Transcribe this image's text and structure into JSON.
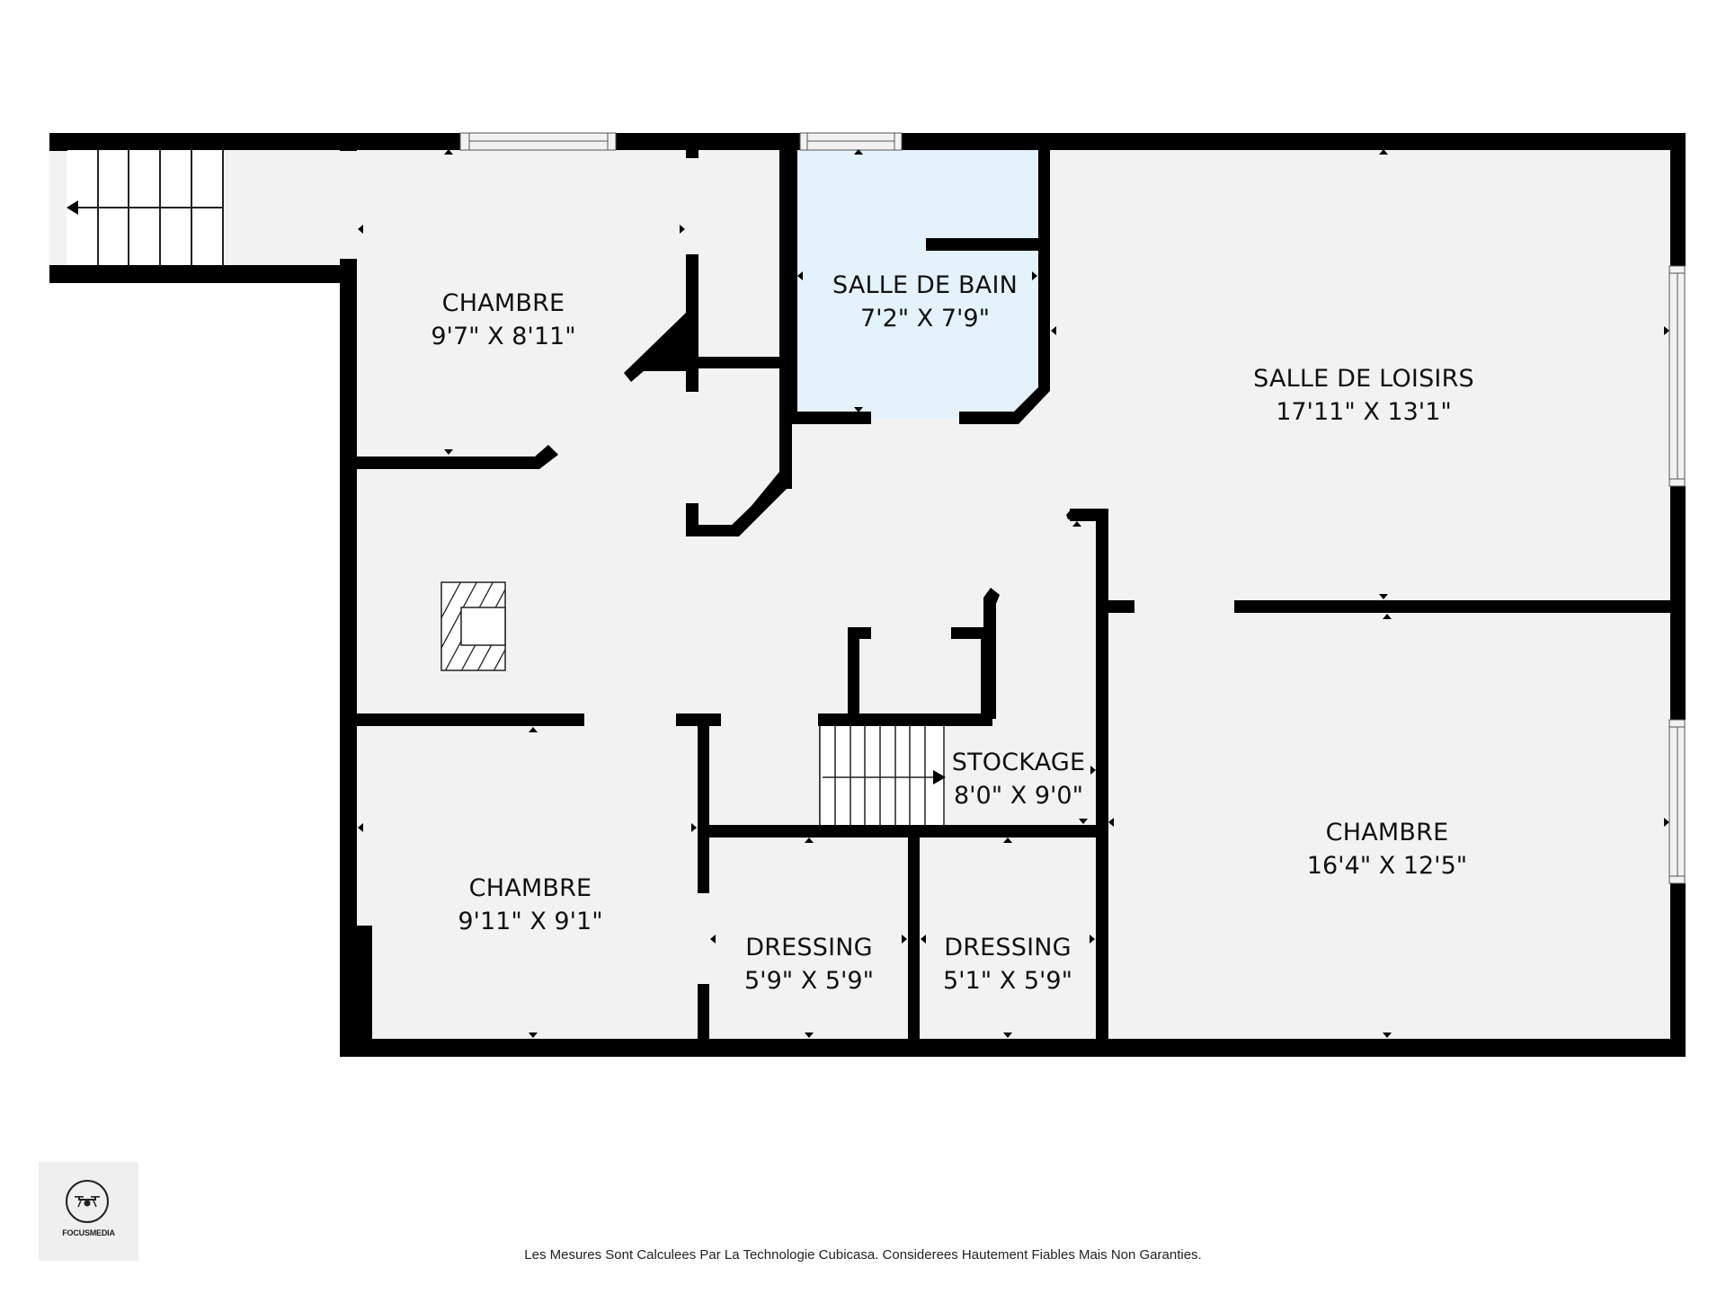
{
  "colors": {
    "wall": "#000000",
    "floor": "#f3f2f3",
    "bathroom_floor": "#e3f2fb",
    "opening": "#f3f2f3",
    "stairs": "#ffffff",
    "logo_bg": "#efefef"
  },
  "rooms": [
    {
      "id": "chambre-1",
      "name": "CHAMBRE",
      "dims": "9'7\" X 8'11\""
    },
    {
      "id": "salle-de-bain",
      "name": "SALLE DE BAIN",
      "dims": "7'2\" X 7'9\""
    },
    {
      "id": "salle-de-loisirs",
      "name": "SALLE DE LOISIRS",
      "dims": "17'11\" X 13'1\""
    },
    {
      "id": "stockage",
      "name": "STOCKAGE",
      "dims": "8'0\" X 9'0\""
    },
    {
      "id": "chambre-2",
      "name": "CHAMBRE",
      "dims": "9'11\" X 9'1\""
    },
    {
      "id": "dressing-1",
      "name": "DRESSING",
      "dims": "5'9\" X 5'9\""
    },
    {
      "id": "dressing-2",
      "name": "DRESSING",
      "dims": "5'1\" X 5'9\""
    },
    {
      "id": "chambre-3",
      "name": "CHAMBRE",
      "dims": "16'4\" X 12'5\""
    }
  ],
  "logo": {
    "icon": "drone-icon",
    "text": "FOCUSMEDIA"
  },
  "footer": {
    "disclaimer": "Les Mesures Sont Calculees Par La Technologie Cubicasa. Considerees Hautement Fiables Mais Non Garanties."
  }
}
